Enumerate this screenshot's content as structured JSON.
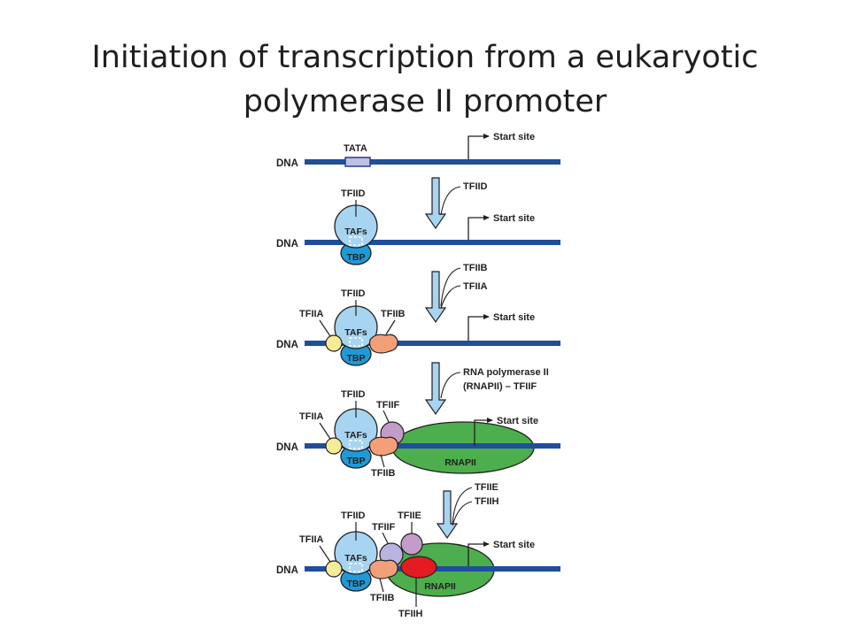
{
  "title": {
    "line1": "Initiation of transcription from a eukaryotic",
    "line2": "polymerase II promoter"
  },
  "colors": {
    "dna": "#1f4e9c",
    "tfiid": "#a7d4f1",
    "tbp": "#1e9ad6",
    "tfiia": "#f6eb96",
    "tfiib": "#f3a079",
    "tfiif": "#c39cc9",
    "tfiie": "#c39cc9",
    "tfiih": "#e31b23",
    "rnapii": "#4cae4c",
    "arrow": "#a7d4f1"
  },
  "labels": {
    "dna": "DNA",
    "tata": "TATA",
    "start_site": "Start site",
    "tfiid": "TFIID",
    "tafs": "TAFs",
    "tbp": "TBP",
    "tfiia": "TFIIA",
    "tfiib": "TFIIB",
    "tfiif": "TFIIF",
    "tfiie": "TFIIE",
    "tfiih": "TFIIH",
    "rnapii": "RNAPII"
  },
  "steps": [
    {
      "label": "TFIID"
    },
    {
      "label": "TFIIB",
      "label2": "TFIIA"
    },
    {
      "label": "RNA polymerase II",
      "label2": "(RNAPII) – TFIIF"
    },
    {
      "label": "TFIIE",
      "label2": "TFIIH"
    }
  ]
}
